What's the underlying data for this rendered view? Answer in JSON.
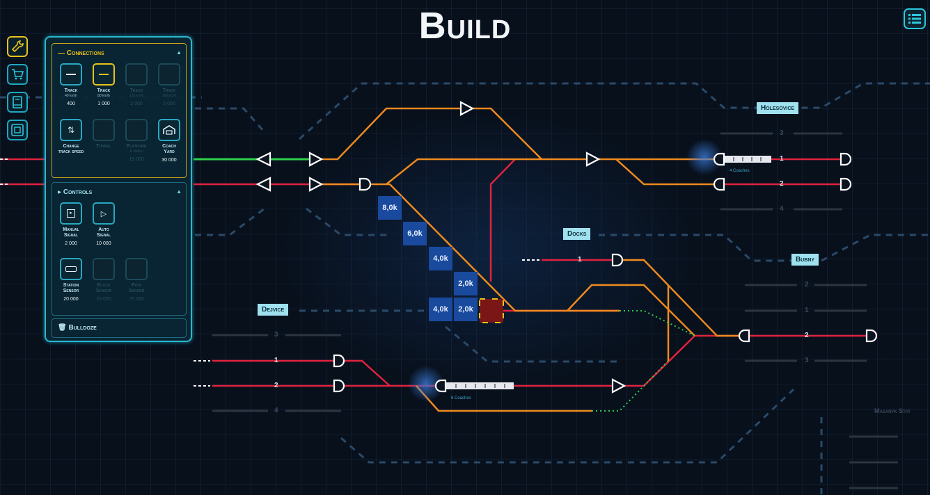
{
  "title": "Build",
  "menu_icon": "list-icon",
  "toolbar": [
    {
      "icon": "wrench-icon",
      "active": true
    },
    {
      "icon": "cart-icon",
      "active": false
    },
    {
      "icon": "book-icon",
      "active": false
    },
    {
      "icon": "map-icon",
      "active": false
    }
  ],
  "panel": {
    "connections": {
      "header": "Connections",
      "items": [
        {
          "name": "Track",
          "sub": "40 km/h",
          "price": "400",
          "selected": false,
          "enabled": true
        },
        {
          "name": "Track",
          "sub": "80 km/h",
          "price": "1 000",
          "selected": true,
          "enabled": true
        },
        {
          "name": "Track",
          "sub": "120 km/h",
          "price": "2 000",
          "selected": false,
          "enabled": false
        },
        {
          "name": "Track",
          "sub": "160 km/h",
          "price": "5 000",
          "selected": false,
          "enabled": false
        },
        {
          "name": "Change",
          "sub": "track speed",
          "price": "",
          "selected": false,
          "enabled": true
        },
        {
          "name": "Tunnel",
          "sub": "",
          "price": "",
          "selected": false,
          "enabled": false
        },
        {
          "name": "Platform",
          "sub": "& station",
          "price": "15 000",
          "selected": false,
          "enabled": false
        },
        {
          "name": "Coach",
          "sub": "Yard",
          "price": "30 000",
          "selected": false,
          "enabled": true
        }
      ]
    },
    "controls": {
      "header": "Controls",
      "items": [
        {
          "name": "Manual",
          "sub": "Signal",
          "price": "2 000",
          "enabled": true
        },
        {
          "name": "Auto",
          "sub": "Signal",
          "price": "10 000",
          "enabled": true
        },
        {
          "name": "Station",
          "sub": "Sensor",
          "price": "20 000",
          "enabled": true
        },
        {
          "name": "Block",
          "sub": "Sensor",
          "price": "20 000",
          "enabled": false
        },
        {
          "name": "Path",
          "sub": "Sensor",
          "price": "25 000",
          "enabled": false
        }
      ]
    },
    "bulldoze": "Bulldoze"
  },
  "stations": {
    "holesovice": "Holesovice",
    "docks": "Docks",
    "bubny": "Bubny",
    "dejvice": "Dejvice",
    "masaryk": "Masaryk Stat"
  },
  "costs": [
    "8,0k",
    "6,0k",
    "4,0k",
    "2,0k",
    "4,0k",
    "2,0k"
  ],
  "platform_numbers": {
    "holesovice": [
      "3",
      "1",
      "2",
      "4"
    ],
    "docks": [
      "1"
    ],
    "bubny": [
      "2",
      "1",
      "2",
      "3"
    ],
    "dejvice": [
      "3",
      "1",
      "2",
      "4"
    ]
  },
  "train_captions": [
    "4 Coaches",
    "6 Coaches"
  ],
  "colors": {
    "track_orange": "#ee8a1e",
    "track_red": "#e0223e",
    "track_green": "#2ed04a",
    "accent_cyan": "#2ab8d0",
    "selection_yellow": "#e8c31a",
    "cost_blue": "#1a4a9e"
  }
}
